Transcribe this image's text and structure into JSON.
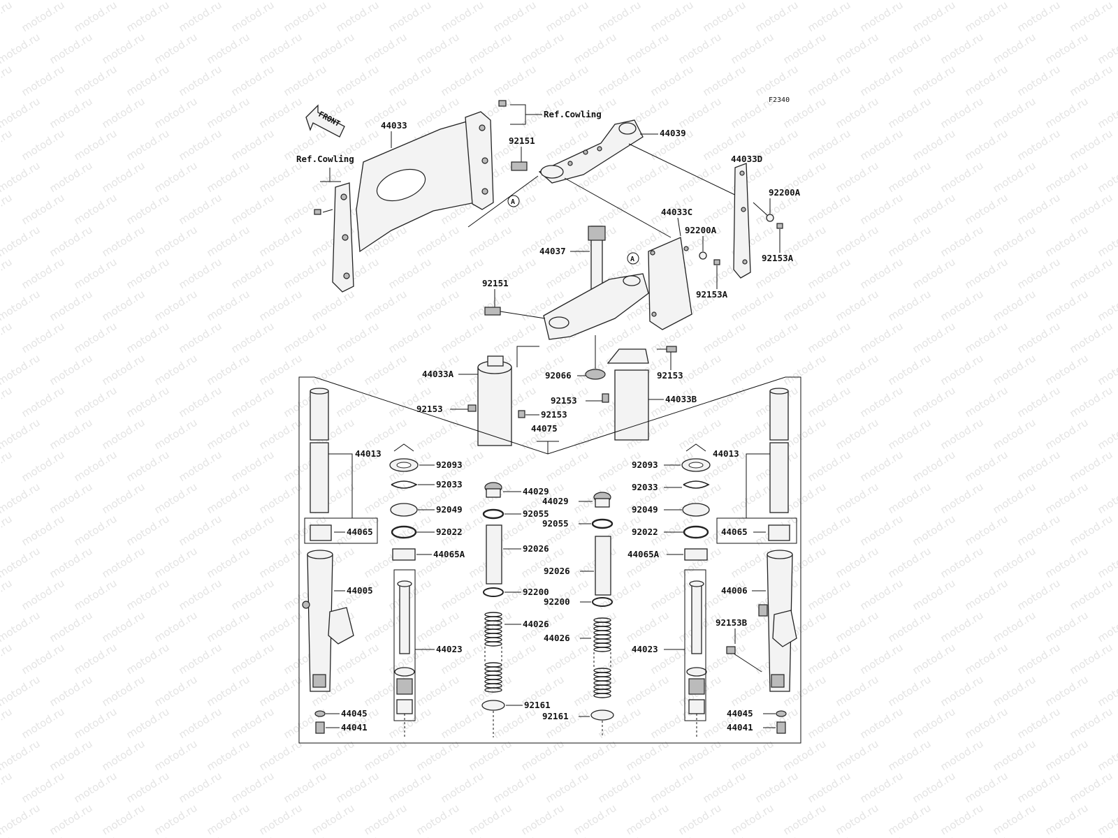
{
  "watermark": "motod.ru",
  "figure_code": "F2340",
  "front_arrow": "FRONT",
  "ref_label": "Ref.Cowling",
  "circle_ref": "A",
  "callouts": {
    "l44033": "44033",
    "l44039": "44039",
    "l92151_top": "92151",
    "l44033D": "44033D",
    "l92200A_r": "92200A",
    "l92153A_r": "92153A",
    "l44033C": "44033C",
    "l92200A_c": "92200A",
    "l92153A_c": "92153A",
    "l44037": "44037",
    "l92151_mid": "92151",
    "l44033A": "44033A",
    "l92066": "92066",
    "l92153_a": "92153",
    "l92153_b": "92153",
    "l92153_c": "92153",
    "l92153_d": "92153",
    "l44033B": "44033B",
    "l44075": "44075",
    "l44013_l": "44013",
    "l44013_r": "44013",
    "l92093_l": "92093",
    "l92093_r": "92093",
    "l92033_l": "92033",
    "l92033_r": "92033",
    "l92049_l": "92049",
    "l92049_r": "92049",
    "l92022_l": "92022",
    "l92022_r": "92022",
    "l44065_l": "44065",
    "l44065_r": "44065",
    "l44065A_l": "44065A",
    "l44065A_r": "44065A",
    "l44005": "44005",
    "l44006": "44006",
    "l44023_l": "44023",
    "l44023_r": "44023",
    "l44045_l": "44045",
    "l44045_r": "44045",
    "l44041_l": "44041",
    "l44041_r": "44041",
    "l44029_l": "44029",
    "l44029_r": "44029",
    "l92055_l": "92055",
    "l92055_r": "92055",
    "l92026_l": "92026",
    "l92026_r": "92026",
    "l92200_l": "92200",
    "l92200_r": "92200",
    "l44026_l": "44026",
    "l44026_r": "44026",
    "l92161_l": "92161",
    "l92161_r": "92161",
    "l92153B": "92153B"
  }
}
